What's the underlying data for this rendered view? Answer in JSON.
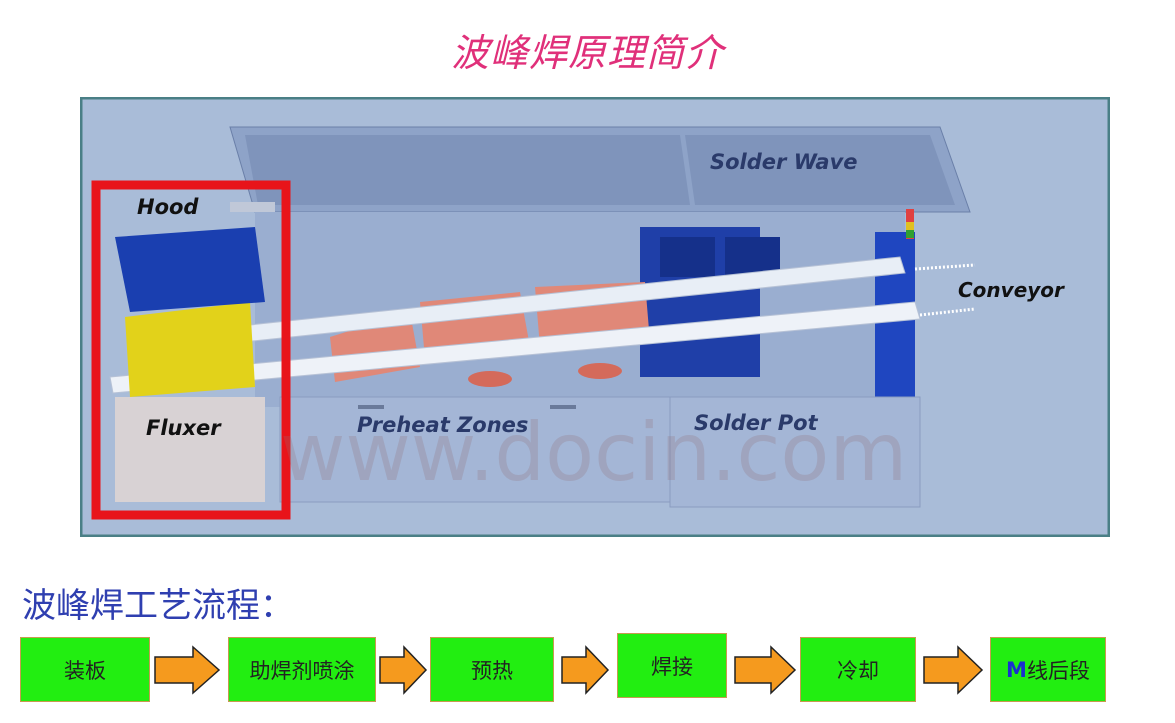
{
  "title": "波峰焊原理简介",
  "diagram": {
    "labels": {
      "hood": "Hood",
      "fluxer": "Fluxer",
      "preheat": "Preheat Zones",
      "solder_wave": "Solder Wave",
      "solder_pot": "Solder Pot",
      "conveyor": "Conveyor"
    },
    "watermark": "www.docin.com",
    "colors": {
      "background": "#a9bcd8",
      "highlight_box": "#e8141a",
      "hood": "#1a3fb0",
      "fluxer": "#e2d21a",
      "zones": "#e08878"
    }
  },
  "process": {
    "title": "波峰焊工艺流程：",
    "steps": [
      {
        "label": "装板"
      },
      {
        "label": "助焊剂喷涂"
      },
      {
        "label": "预热"
      },
      {
        "label": "焊接"
      },
      {
        "label": "冷却"
      },
      {
        "prefix": "M",
        "label": "线后段"
      }
    ],
    "colors": {
      "step_fill": "#22ee11",
      "arrow_fill": "#f59a1e"
    }
  }
}
